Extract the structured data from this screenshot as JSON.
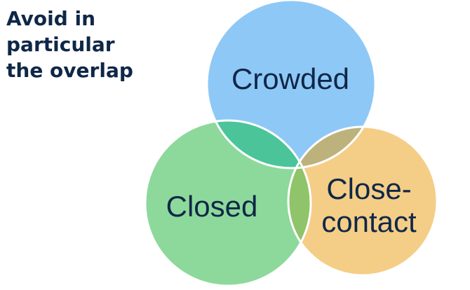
{
  "headline": {
    "lines": [
      "Avoid in",
      "particular",
      "the overlap"
    ]
  },
  "venn": {
    "sets": [
      {
        "id": "crowded",
        "label_lines": [
          "Crowded"
        ],
        "color": "#8ec8f6"
      },
      {
        "id": "closed",
        "label_lines": [
          "Closed"
        ],
        "color": "#8dd99b"
      },
      {
        "id": "close-contact",
        "label_lines": [
          "Close-",
          "contact"
        ],
        "color": "#f4cd87"
      }
    ],
    "overlap_colors": {
      "crowded_closed": "#4bc49a",
      "crowded_close_contact": "#bdb27c",
      "closed_close_contact": "#8fc46a",
      "all_three": "#6cc27e"
    },
    "text_color": "#0f2747",
    "outline_color": "#ffffff"
  }
}
